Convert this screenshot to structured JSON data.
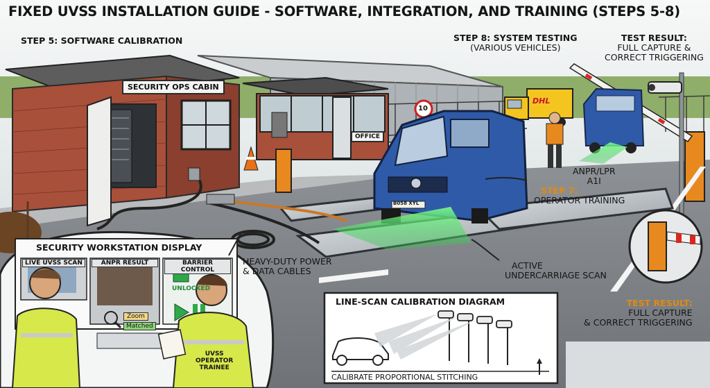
{
  "title": "FIXED UVSS INSTALLATION GUIDE - SOFTWARE, INTEGRATION, AND TRAINING (STEPS 5-8)",
  "steps": {
    "step5": "STEP 5: SOFTWARE CALIBRATION",
    "step8_title": "STEP 8: SYSTEM TESTING",
    "step8_sub": "(VARIOUS VEHICLES)",
    "test_result_top_line1": "TEST RESULT:",
    "test_result_top_line2": "FULL CAPTURE &",
    "test_result_top_line3": "CORRECT TRIGGERING",
    "step7_title": "STEP 7:",
    "step7_sub": "OPERATOR TRAINING",
    "anpr_line1": "ANPR/LPR",
    "anpr_line2": "A1I",
    "test_result_bottom_line1": "TEST RESULT:",
    "test_result_bottom_line2": "FULL CAPTURE",
    "test_result_bottom_line3": "& CORRECT TRIGGERING"
  },
  "signs": {
    "cabin": "SECURITY OPS CABIN",
    "office": "OFFICE",
    "speed": "10",
    "truck_brand": "DHL",
    "plate": "B058 XYL"
  },
  "callouts": {
    "cables_line1": "HEAVY-DUTY POWER",
    "cables_line2": "& DATA CABLES",
    "scan_line1": "ACTIVE",
    "scan_line2": "UNDERCARRIAGE SCAN"
  },
  "workstation": {
    "title": "SECURITY WORKSTATION DISPLAY",
    "panel_uvss": "LIVE UVSS SCAN",
    "panel_anpr": "ANPR RESULT",
    "panel_barrier": "BARRIER CONTROL",
    "status_unlocked": "UNLOCKED",
    "btn_zoom": "Zoom",
    "btn_matched": "Matched",
    "vest_line1": "UVSS",
    "vest_line2": "OPERATOR",
    "vest_line3": "TRAINEE"
  },
  "calibration": {
    "title": "LINE-SCAN CALIBRATION DIAGRAM",
    "caption": "CALIBRATE PROPORTIONAL STITCHING"
  },
  "colors": {
    "van_blue": "#2f5aa8",
    "scan_green": "#3fd45a",
    "barrier_orange": "#e8891f",
    "brick": "#a8503a",
    "vest_yellow": "#d6e84a"
  }
}
